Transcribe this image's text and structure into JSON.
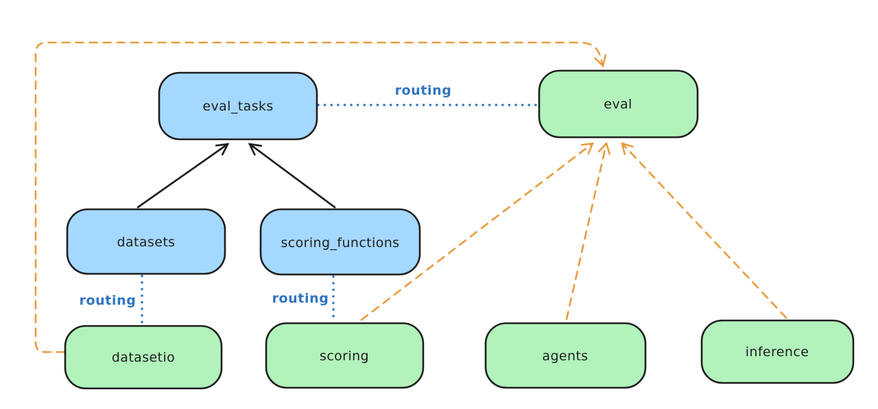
{
  "diagram": {
    "background": "#ffffff",
    "colors": {
      "border": "#1e1e1e",
      "text": "#1e1e1e",
      "blue_fill": "#a5d8ff",
      "green_fill": "#b2f2bb",
      "routing_blue": "#2f74c0",
      "orange": "#e99b3e",
      "black": "#1e1e1e"
    },
    "nodes": [
      {
        "id": "eval_tasks",
        "label": "eval_tasks",
        "fill": "#a5d8ff"
      },
      {
        "id": "eval",
        "label": "eval",
        "fill": "#b2f2bb"
      },
      {
        "id": "datasets",
        "label": "datasets",
        "fill": "#a5d8ff"
      },
      {
        "id": "scoring_functions",
        "label": "scoring_functions",
        "fill": "#a5d8ff"
      },
      {
        "id": "datasetio",
        "label": "datasetio",
        "fill": "#b2f2bb"
      },
      {
        "id": "scoring",
        "label": "scoring",
        "fill": "#b2f2bb"
      },
      {
        "id": "agents",
        "label": "agents",
        "fill": "#b2f2bb"
      },
      {
        "id": "inference",
        "label": "inference",
        "fill": "#b2f2bb"
      }
    ],
    "edge_labels": [
      {
        "id": "routing-eval-tasks-to-eval",
        "label": "routing"
      },
      {
        "id": "routing-datasets-to-datasetio",
        "label": "routing"
      },
      {
        "id": "routing-scoring-functions-scoring",
        "label": "routing"
      }
    ],
    "edges": [
      {
        "from": "datasets",
        "to": "eval_tasks",
        "style": "solid",
        "color": "#1e1e1e"
      },
      {
        "from": "scoring_functions",
        "to": "eval_tasks",
        "style": "solid",
        "color": "#1e1e1e"
      },
      {
        "from": "scoring",
        "to": "eval",
        "style": "dashed",
        "color": "#e99b3e"
      },
      {
        "from": "agents",
        "to": "eval",
        "style": "dashed",
        "color": "#e99b3e"
      },
      {
        "from": "inference",
        "to": "eval",
        "style": "dashed",
        "color": "#e99b3e"
      },
      {
        "from": "datasetio",
        "to": "eval",
        "style": "dashed",
        "color": "#e99b3e"
      },
      {
        "from": "eval_tasks",
        "to": "eval",
        "style": "dotted",
        "color": "#2f74c0"
      },
      {
        "from": "datasets",
        "to": "datasetio",
        "style": "dotted",
        "color": "#2f74c0"
      },
      {
        "from": "scoring_functions",
        "to": "scoring",
        "style": "dotted",
        "color": "#2f74c0"
      }
    ]
  }
}
